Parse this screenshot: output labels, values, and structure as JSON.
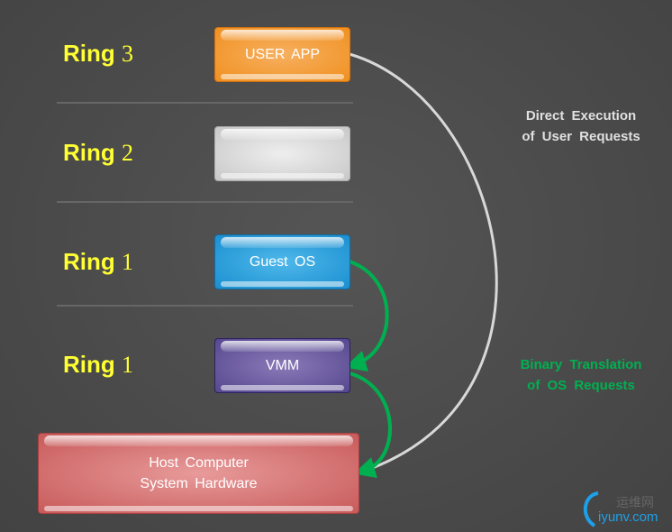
{
  "rings": [
    {
      "word": "Ring",
      "num": "3"
    },
    {
      "word": "Ring",
      "num": "2"
    },
    {
      "word": "Ring",
      "num": "1"
    },
    {
      "word": "Ring",
      "num": "1"
    }
  ],
  "boxes": {
    "user_app": "USER APP",
    "ring2": "",
    "guest_os": "Guest OS",
    "vmm": "VMM",
    "host_line1": "Host Computer",
    "host_line2": "System Hardware"
  },
  "labels": {
    "direct_line1": "Direct Execution",
    "direct_line2": "of User Requests",
    "binary_line1": "Binary Translation",
    "binary_line2": "of OS Requests"
  },
  "watermark": {
    "cn": "运维网",
    "en": "iyunv.com"
  },
  "colors": {
    "ring": "#ffff33",
    "green": "#00b050",
    "gray_arrow": "#d8d8d8"
  }
}
